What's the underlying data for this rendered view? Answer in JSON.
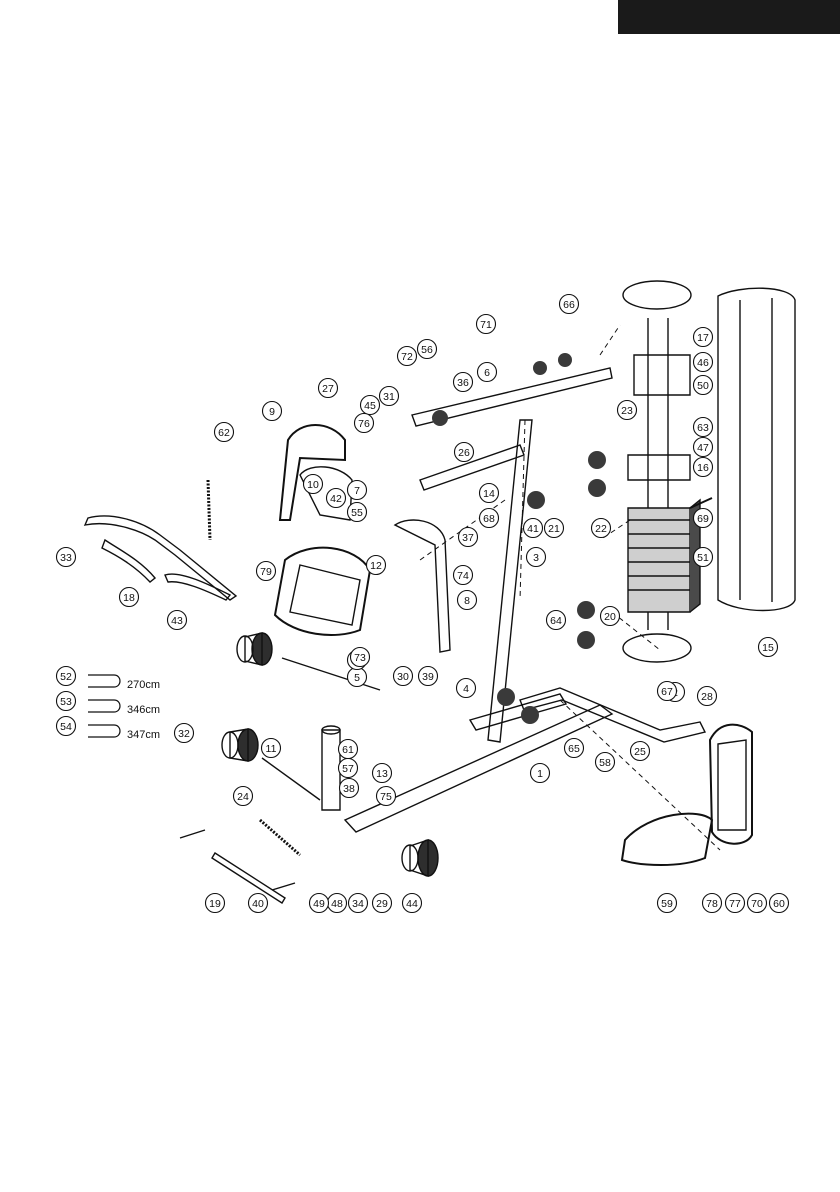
{
  "header": {
    "tab_color": "#1a1a1a"
  },
  "diagram": {
    "title": "",
    "parts": [
      "1",
      "2",
      "3",
      "4",
      "5",
      "6",
      "7",
      "8",
      "9",
      "10",
      "11",
      "12",
      "13",
      "14",
      "15",
      "16",
      "17",
      "18",
      "19",
      "20",
      "21",
      "22",
      "23",
      "24",
      "25",
      "26",
      "27",
      "28",
      "29",
      "30",
      "31",
      "32",
      "33",
      "34",
      "35",
      "36",
      "37",
      "38",
      "39",
      "40",
      "41",
      "42",
      "43",
      "44",
      "45",
      "46",
      "47",
      "48",
      "49",
      "50",
      "51",
      "55",
      "56",
      "57",
      "58",
      "59",
      "60",
      "61",
      "62",
      "63",
      "64",
      "65",
      "66",
      "67",
      "68",
      "69",
      "70",
      "71",
      "72",
      "73",
      "74",
      "75",
      "76",
      "77",
      "78",
      "79"
    ],
    "cables": [
      {
        "part": "52",
        "length": "270cm"
      },
      {
        "part": "53",
        "length": "346cm"
      },
      {
        "part": "54",
        "length": "347cm"
      }
    ]
  }
}
